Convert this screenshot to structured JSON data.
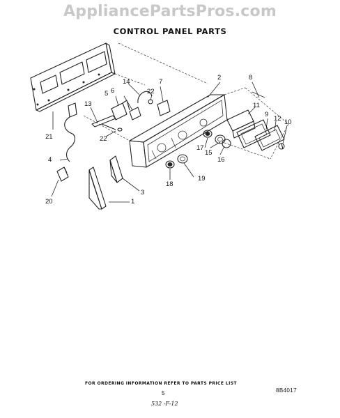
{
  "watermark": "AppliancePartsPros.com",
  "heading": "CONTROL PANEL PARTS",
  "callouts": [
    {
      "id": "c1",
      "text": "1"
    },
    {
      "id": "c2",
      "text": "2"
    },
    {
      "id": "c3",
      "text": "3"
    },
    {
      "id": "c4",
      "text": "4"
    },
    {
      "id": "c5",
      "text": "5"
    },
    {
      "id": "c6",
      "text": "6"
    },
    {
      "id": "c7",
      "text": "7"
    },
    {
      "id": "c8",
      "text": "8"
    },
    {
      "id": "c9",
      "text": "9"
    },
    {
      "id": "c10",
      "text": "10"
    },
    {
      "id": "c11",
      "text": "11"
    },
    {
      "id": "c12",
      "text": "12"
    },
    {
      "id": "c13",
      "text": "13"
    },
    {
      "id": "c14",
      "text": "14"
    },
    {
      "id": "c15",
      "text": "15"
    },
    {
      "id": "c16",
      "text": "16"
    },
    {
      "id": "c17",
      "text": "17"
    },
    {
      "id": "c18",
      "text": "18"
    },
    {
      "id": "c19",
      "text": "19"
    },
    {
      "id": "c20",
      "text": "20"
    },
    {
      "id": "c21",
      "text": "21"
    },
    {
      "id": "c22a",
      "text": "22"
    },
    {
      "id": "c22b",
      "text": "22"
    }
  ],
  "footer": {
    "ordering_note": "FOR ORDERING INFORMATION REFER TO PARTS PRICE LIST",
    "page_number": "5",
    "handwritten": "532 -F-12",
    "drawing_code": "8B4017"
  }
}
